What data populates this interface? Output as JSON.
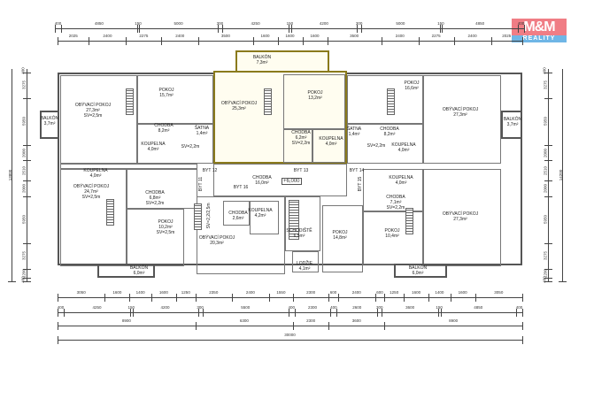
{
  "logo": {
    "brand": "M&M",
    "sub": "REALITY",
    "colors": {
      "pink": "#f07d85",
      "blue": "#6fb6e6"
    }
  },
  "highlight_color": "#8a7a1c",
  "elevation": "+6,000",
  "rooms": [
    {
      "name": "OBÝVACÍ POKOJ",
      "area": "27,3m²",
      "note": "SV=2,5m"
    },
    {
      "name": "POKOJ",
      "area": "15,7m²",
      "note": ""
    },
    {
      "name": "BALKÓN",
      "area": "3,7m²",
      "note": ""
    },
    {
      "name": "CHODBA",
      "area": "8,2m²",
      "note": ""
    },
    {
      "name": "ŠATNA",
      "area": "1,4m²",
      "note": ""
    },
    {
      "name": "KOUPELNA",
      "area": "4,0m²",
      "note": ""
    },
    {
      "name": "",
      "area": "",
      "note": "SV=2,2m"
    },
    {
      "name": "BALKÓN",
      "area": "7,3m²",
      "note": ""
    },
    {
      "name": "OBÝVACÍ POKOJ",
      "area": "25,3m²",
      "note": ""
    },
    {
      "name": "POKOJ",
      "area": "13,2m²",
      "note": ""
    },
    {
      "name": "CHODBA",
      "area": "6,2m²",
      "note": "SV=2,2m"
    },
    {
      "name": "KOUPELNA",
      "area": "4,0m²",
      "note": ""
    },
    {
      "name": "POKOJ",
      "area": "16,6m²",
      "note": ""
    },
    {
      "name": "ŠATNA",
      "area": "1,4m²",
      "note": ""
    },
    {
      "name": "CHODBA",
      "area": "8,2m²",
      "note": ""
    },
    {
      "name": "",
      "area": "",
      "note": "SV=2,2m"
    },
    {
      "name": "KOUPELNA",
      "area": "4,0m²",
      "note": ""
    },
    {
      "name": "OBÝVACÍ POKOJ",
      "area": "27,3m²",
      "note": ""
    },
    {
      "name": "BALKÓN",
      "area": "3,7m²",
      "note": ""
    },
    {
      "name": "BYT 12",
      "area": "",
      "note": ""
    },
    {
      "name": "BYT 13",
      "area": "",
      "note": ""
    },
    {
      "name": "BYT 14",
      "area": "",
      "note": ""
    },
    {
      "name": "BYT 11",
      "area": "",
      "note": ""
    },
    {
      "name": "BYT 15",
      "area": "",
      "note": ""
    },
    {
      "name": "BYT 16",
      "area": "",
      "note": ""
    },
    {
      "name": "CHODBA",
      "area": "16,0m²",
      "note": ""
    },
    {
      "name": "KOUPELNA",
      "area": "4,0m²",
      "note": ""
    },
    {
      "name": "OBÝVACÍ POKOJ",
      "area": "24,7m²",
      "note": "SV=2,5m"
    },
    {
      "name": "CHODBA",
      "area": "6,8m²",
      "note": "SV=2,2m"
    },
    {
      "name": "POKOJ",
      "area": "10,2m²",
      "note": "SV=2,5m"
    },
    {
      "name": "BALKÓN",
      "area": "6,0m²",
      "note": ""
    },
    {
      "name": "CHODBA",
      "area": "2,6m²",
      "note": ""
    },
    {
      "name": "KOUPELNA",
      "area": "4,2m²",
      "note": ""
    },
    {
      "name": "OBÝVACÍ POKOJ",
      "area": "20,3m²",
      "note": ""
    },
    {
      "name": "SCHODIŠTĚ",
      "area": "6,5m²",
      "note": ""
    },
    {
      "name": "LODŽIE",
      "area": "4,1m²",
      "note": ""
    },
    {
      "name": "POKOJ",
      "area": "14,8m²",
      "note": ""
    },
    {
      "name": "KOUPELNA",
      "area": "4,0m²",
      "note": ""
    },
    {
      "name": "CHODBA",
      "area": "7,1m²",
      "note": "SV=2,2m"
    },
    {
      "name": "POKOJ",
      "area": "10,4m²",
      "note": ""
    },
    {
      "name": "OBÝVACÍ POKOJ",
      "area": "27,3m²",
      "note": ""
    },
    {
      "name": "BALKÓN",
      "area": "6,0m²",
      "note": ""
    },
    {
      "name": "SV=2,2/2,5m",
      "area": "",
      "note": ""
    }
  ],
  "dimensions": {
    "top_1": [
      "400",
      "4850",
      "150",
      "5000",
      "300",
      "4250",
      "150",
      "4200",
      "300",
      "5000",
      "150",
      "4850",
      "400"
    ],
    "top_2": [
      "2025",
      "2400",
      "2275",
      "2400",
      "3500",
      "1600",
      "1600",
      "1600",
      "3500",
      "2400",
      "2275",
      "2400",
      "2025"
    ],
    "bottom_1": [
      "3050",
      "1600",
      "1400",
      "1600",
      "1250",
      "2350",
      "2400",
      "1550",
      "2300",
      "600",
      "2400",
      "600",
      "1250",
      "1600",
      "1400",
      "1600",
      "3050"
    ],
    "bottom_2": [
      "400",
      "4250",
      "150",
      "4200",
      "300",
      "5500",
      "400",
      "2300",
      "400",
      "2600",
      "300",
      "3600",
      "150",
      "4850",
      "400"
    ],
    "bottom_3": [
      "8900",
      "6300",
      "2300",
      "3600",
      "8900"
    ],
    "bottom_4": [
      "30000"
    ],
    "left_1": [
      "400",
      "3275",
      "5950",
      "2000",
      "2510",
      "2000",
      "5950",
      "3275",
      "1200",
      "400"
    ],
    "left_total": [
      "13800"
    ],
    "right_1": [
      "400",
      "3275",
      "5950",
      "2000",
      "2510",
      "2000",
      "5950",
      "3275",
      "1200",
      "400"
    ],
    "right_total": [
      "14200"
    ]
  }
}
